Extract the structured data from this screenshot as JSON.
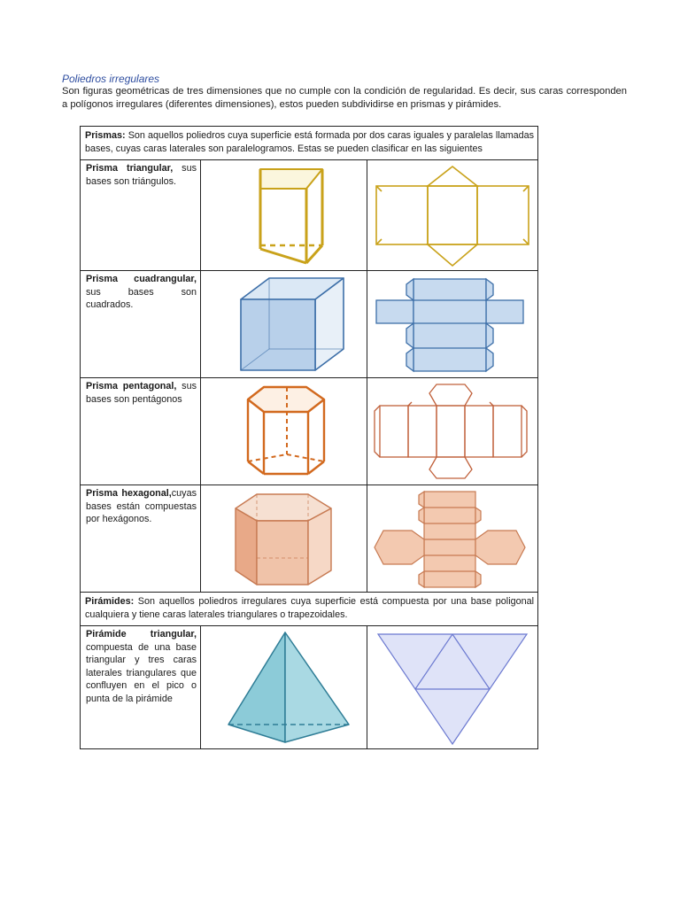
{
  "title": "Poliedros irregulares",
  "intro": "Son figuras geométricas de tres dimensiones que no cumple con la condición de regularidad. Es decir, sus caras corresponden a polígonos irregulares (diferentes dimensiones), estos pueden subdividirse en prismas y pirámides.",
  "prismas_header": {
    "term": "Prismas:",
    "text": " Son aquellos poliedros cuya superficie está formada por dos caras iguales y paralelas llamadas bases, cuyas caras laterales son paralelogramos. Estas se pueden clasificar en las siguientes"
  },
  "rows": [
    {
      "term": "Prisma triangular,",
      "text": " sus bases son triángulos.",
      "shape": "triangular-prism",
      "net": "triangular-prism-net",
      "color": "#c9a21a"
    },
    {
      "term": "Prisma cuadrangular,",
      "text": " sus bases son cuadrados.",
      "shape": "cube",
      "net": "cube-net",
      "color": "#5b8ec4"
    },
    {
      "term": "Prisma pentagonal,",
      "text": " sus bases son pentágonos",
      "shape": "pentagonal-prism",
      "net": "pentagonal-prism-net",
      "color": "#d2691e"
    },
    {
      "term": "Prisma hexagonal,",
      "text": "cuyas bases están compuestas por hexágonos.",
      "shape": "hexagonal-prism",
      "net": "hexagonal-prism-net",
      "color": "#d48a64"
    }
  ],
  "piramides_header": {
    "term": "Pirámides:",
    "text": " Son aquellos poliedros irregulares cuya superficie está compuesta por una base poligonal cualquiera y tiene caras laterales triangulares o  trapezoidales."
  },
  "pyramid_row": {
    "term": "Pirámide triangular,",
    "text": " compuesta de una base triangular y tres caras laterales triangulares que confluyen en el pico o punta de la pirámide",
    "shape": "triangular-pyramid",
    "net": "triangular-pyramid-net",
    "color": "#3f8ea6"
  }
}
